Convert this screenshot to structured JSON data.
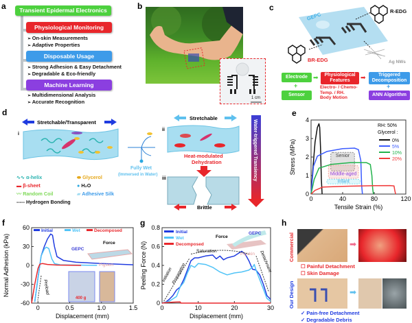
{
  "panels": {
    "a": {
      "label": "a",
      "title": "Transient Epidermal Electronics",
      "sections": [
        {
          "title": "Physiological Monitoring",
          "color": "#e8262b",
          "bullets": [
            "On-skin Measurements",
            "Adaptive Properties"
          ]
        },
        {
          "title": "Disposable Usage",
          "color": "#3d9be9",
          "bullets": [
            "Strong Adhesion & Easy Detachment",
            "Degradable & Eco-friendly"
          ]
        },
        {
          "title": "Machine Learning",
          "color": "#8b3fe0",
          "bullets": [
            "Multidimensional Analysis",
            "Accurate Recognition"
          ]
        }
      ],
      "title_color": "#3fcf3a"
    },
    "b": {
      "label": "b",
      "scale_bar": "1 cm"
    },
    "c": {
      "label": "c",
      "gepc": "GEPC",
      "r_edg": "R-EDG",
      "br_edg": "BR-EDG",
      "ag_nws": "Ag NWs",
      "flow": {
        "electrode": "Electrode",
        "sensor": "Sensor",
        "physio_line1": "Physiological",
        "physio_line2": "Features",
        "physio_sub1": "Electro- / Chemo-",
        "physio_sub2": "Temp. / RH.",
        "physio_sub3": "Body Motion",
        "triggered_line1": "Triggered",
        "triggered_line2": "Decomposition",
        "ann": "ANN Algorithm"
      }
    },
    "d": {
      "label": "d",
      "stretch_transparent": "Stretchable/Transparent",
      "stretchable": "Stretchable",
      "brittle": "Brittle",
      "fully_wet": "Fully Wet",
      "immersed": "(Immersed in Water)",
      "heat_line1": "Heat-modulated",
      "heat_line2": "Dehydration",
      "transiency": "Water-triggered Transiency",
      "roman": [
        "i",
        "ii",
        "iii"
      ],
      "legend": {
        "alpha_helix": "α-helix",
        "beta_sheet": "β-sheet",
        "random_coil": "Random Coil",
        "hydrogen": "Hydrogen Bonding",
        "glycerol": "Glycerol",
        "h2o": "H₂O",
        "adhesive_silk": "Adhesive Silk"
      }
    },
    "h": {
      "label": "h",
      "commercial": "Commercial",
      "our_design": "Our Design",
      "bad": [
        "Painful Detachment",
        "Skin Damage"
      ],
      "good": [
        "Pain-free Detachment",
        "Degradable Debris"
      ]
    }
  },
  "chart_data": [
    {
      "id": "e",
      "panel_label": "e",
      "type": "line",
      "xlabel": "Tensile Strain (%)",
      "ylabel": "Stress (MPa)",
      "xlim": [
        0,
        120
      ],
      "ylim": [
        0,
        4
      ],
      "xticks": [
        "0",
        "40",
        "80",
        "120"
      ],
      "yticks": [
        "0",
        "1",
        "2",
        "3",
        "4"
      ],
      "legend_title_1": "RH: 50%",
      "legend_title_2": "Glycerol :",
      "legend_position": "top-right",
      "regions": [
        {
          "name": "Senior",
          "x": [
            25,
            55
          ],
          "y": [
            1.25,
            2.25
          ],
          "color": "#888888"
        },
        {
          "name": "Middle-aged",
          "x": [
            22,
            60
          ],
          "y": [
            0.85,
            1.55
          ],
          "color": "#f4a7a0"
        },
        {
          "name": "Infant",
          "x": [
            20,
            62
          ],
          "y": [
            0.55,
            0.8
          ],
          "color": "#7fe0f0"
        }
      ],
      "series": [
        {
          "name": "0%",
          "color": "#111111",
          "x": [
            0,
            2,
            5,
            8,
            10,
            11,
            12,
            13,
            14
          ],
          "y": [
            0,
            1.2,
            2.8,
            3.6,
            3.8,
            3.6,
            2.5,
            0.8,
            0
          ]
        },
        {
          "name": "5%",
          "color": "#3b5bff",
          "x": [
            0,
            3,
            8,
            20,
            40,
            55,
            60,
            63,
            64,
            65
          ],
          "y": [
            0,
            1.5,
            2.05,
            2.3,
            2.45,
            2.48,
            2.4,
            1.8,
            0.5,
            0
          ]
        },
        {
          "name": "10%",
          "color": "#21b24b",
          "x": [
            0,
            4,
            10,
            25,
            50,
            70,
            75,
            77,
            78,
            79
          ],
          "y": [
            0,
            0.8,
            1.4,
            1.6,
            1.7,
            1.7,
            1.6,
            1.0,
            0.3,
            0
          ]
        },
        {
          "name": "20%",
          "color": "#f03a3a",
          "x": [
            0,
            5,
            15,
            40,
            80,
            100,
            105,
            106,
            107
          ],
          "y": [
            0,
            0.2,
            0.38,
            0.42,
            0.45,
            0.46,
            0.44,
            0.2,
            0
          ]
        }
      ]
    },
    {
      "id": "f",
      "panel_label": "f",
      "type": "line",
      "xlabel": "Displacement (mm)",
      "ylabel": "Normal Adhesion (kPa)",
      "xlim": [
        -0.1,
        1.5
      ],
      "ylim": [
        -60,
        60
      ],
      "xticks": [
        "0",
        "0.5",
        "1.0",
        "1.5"
      ],
      "yticks": [
        "-60",
        "-30",
        "0",
        "30",
        "60"
      ],
      "legend_position": "top",
      "annotations": {
        "preload": "Preload",
        "gepc": "GEPC",
        "force": "Force",
        "pigskin": "Pigskin",
        "weight": "400 g"
      },
      "series": [
        {
          "name": "Initial",
          "color": "#1f3be0",
          "x": [
            -0.05,
            0,
            0.05,
            0.1,
            0.15,
            0.2,
            0.23,
            0.26,
            0.3,
            0.4,
            0.6,
            1.0,
            1.5
          ],
          "y": [
            -58,
            -20,
            15,
            30,
            42,
            50,
            48,
            30,
            14,
            8,
            5,
            3,
            1
          ]
        },
        {
          "name": "Wet",
          "color": "#4fc3f7",
          "x": [
            -0.05,
            0,
            0.05,
            0.1,
            0.13,
            0.17,
            0.22,
            0.26,
            0.35,
            0.6,
            0.93
          ],
          "y": [
            -58,
            -20,
            15,
            26,
            29,
            27,
            10,
            3,
            1,
            0.5,
            0
          ]
        },
        {
          "name": "Decomposed",
          "color": "#e8262b",
          "x": [
            -0.1,
            -0.05,
            0,
            0.03,
            0.07,
            0.15,
            0.3,
            0.5,
            0.68
          ],
          "y": [
            -60,
            -30,
            -5,
            2,
            3,
            1.5,
            0.5,
            0.2,
            0
          ]
        }
      ]
    },
    {
      "id": "g",
      "panel_label": "g",
      "type": "line",
      "xlabel": "Displacement (mm)",
      "ylabel": "Peeling Force (N)",
      "xlim": [
        0,
        30
      ],
      "ylim": [
        0,
        0.8
      ],
      "xticks": [
        "0",
        "10",
        "20",
        "30"
      ],
      "yticks": [
        "0",
        "0.2",
        "0.4",
        "0.6",
        "0.8"
      ],
      "legend_position": "top-left",
      "annotations": {
        "initiation": "Initiation",
        "propagation": "Propagation",
        "saturation": "Saturation",
        "detachment": "Detachment",
        "force": "Force",
        "gepc": "GEPC",
        "pigskin": "Pigskin"
      },
      "series": [
        {
          "name": "Initial",
          "color": "#1f3be0",
          "x": [
            0,
            1,
            2,
            3,
            4,
            5,
            6,
            7,
            8,
            9,
            10,
            12,
            14,
            15,
            16,
            17,
            18,
            20,
            22,
            23,
            24,
            25,
            26,
            27,
            28,
            29,
            30
          ],
          "y": [
            0,
            0.01,
            0.04,
            0.08,
            0.14,
            0.17,
            0.25,
            0.35,
            0.45,
            0.48,
            0.48,
            0.5,
            0.51,
            0.47,
            0.5,
            0.46,
            0.48,
            0.5,
            0.55,
            0.52,
            0.45,
            0.36,
            0.35,
            0.3,
            0.2,
            0.08,
            0.04
          ]
        },
        {
          "name": "Wet",
          "color": "#4fc3f7",
          "x": [
            0,
            2,
            4,
            5,
            6,
            7,
            8,
            9,
            10,
            12,
            14,
            16,
            18,
            20,
            22,
            24,
            25,
            25.5,
            26,
            27,
            28,
            29,
            30
          ],
          "y": [
            0,
            0.02,
            0.07,
            0.17,
            0.22,
            0.32,
            0.4,
            0.38,
            0.42,
            0.41,
            0.38,
            0.33,
            0.3,
            0.32,
            0.33,
            0.35,
            0.38,
            0.41,
            0.35,
            0.25,
            0.15,
            0.05,
            0.02
          ]
        },
        {
          "name": "Decomposed",
          "color": "#e8262b",
          "x": [
            0,
            1,
            3,
            5,
            5.2,
            10,
            20,
            30
          ],
          "y": [
            0,
            0.005,
            0.01,
            0.012,
            0,
            0,
            0,
            0
          ]
        }
      ]
    }
  ]
}
